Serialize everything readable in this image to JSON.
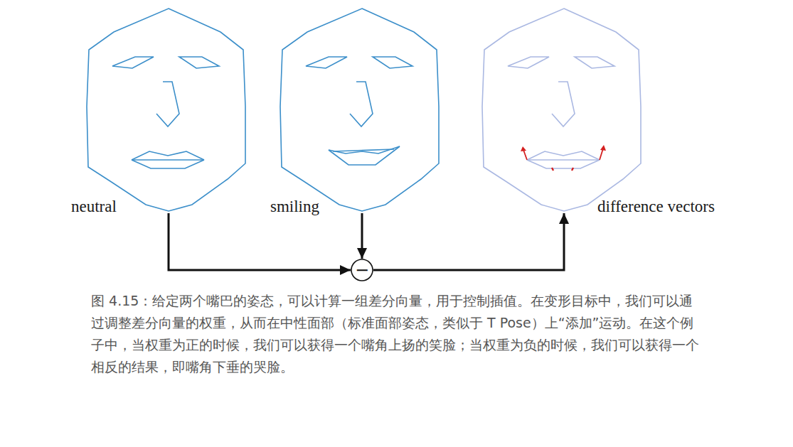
{
  "diagram": {
    "caption": "图 4.15：给定两个嘴巴的姿态，可以计算一组差分向量，用于控制插值。在变形目标中，我们可以通过调整差分向量的权重，从而在中性面部（标准面部姿态，类似于 T Pose）上“添加”运动。在这个例子中，当权重为正的时候，我们可以获得一个嘴角上扬的笑脸；当权重为负的时候，我们可以获得一个相反的结果，即嘴角下垂的哭脸。",
    "nodes": [
      {
        "text": [
          "neutral"
        ]
      },
      {
        "text": [
          "smiling"
        ]
      },
      {
        "text": [
          "difference vectors"
        ]
      },
      {
        "text": [
          "−"
        ]
      }
    ],
    "edges": [
      {
        "from": 0,
        "to": 3,
        "arrow": "to"
      },
      {
        "from": 1,
        "to": 3,
        "arrow": "to"
      },
      {
        "from": 3,
        "to": 2,
        "arrow": "to"
      }
    ]
  }
}
